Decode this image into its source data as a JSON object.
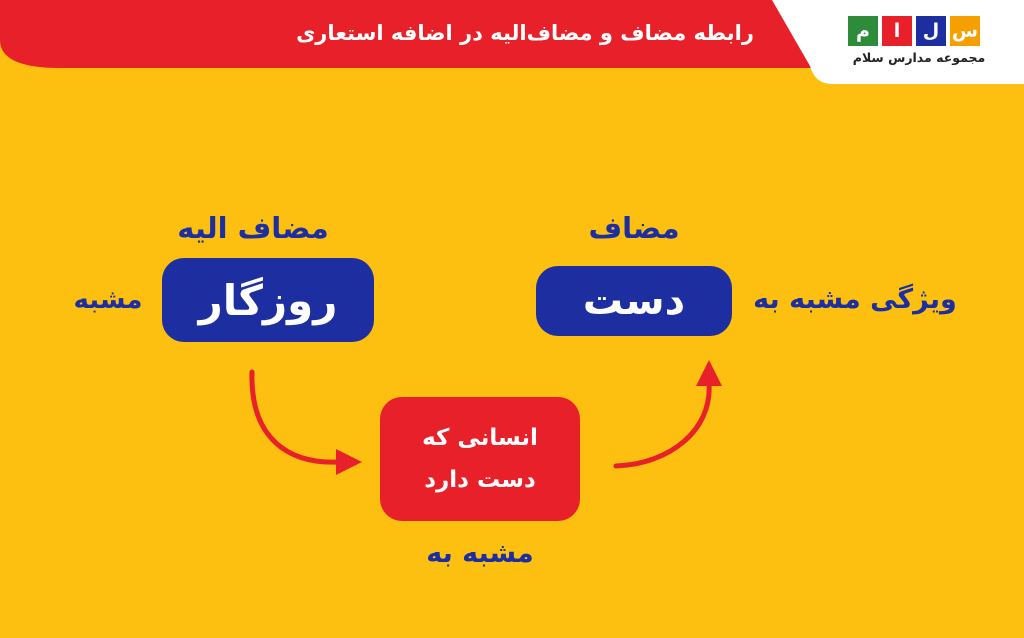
{
  "banner": {
    "title": "رابطه مضاف و مضاف‌الیه در اضافه استعاری",
    "bg_color": "#E8202A"
  },
  "logo": {
    "letters": [
      {
        "char": "س",
        "color": "#F5A000"
      },
      {
        "char": "ل",
        "color": "#1D2FA0"
      },
      {
        "char": "ا",
        "color": "#E8202A"
      },
      {
        "char": "م",
        "color": "#2E8B3A"
      }
    ],
    "caption": "مجموعه مدارس سلام"
  },
  "left_node": {
    "top_label": "مضاف الیه",
    "word": "روزگار",
    "side_label": "مشبه"
  },
  "right_node": {
    "top_label": "مضاف",
    "word": "دست",
    "side_label": "ویژگی مشبه به"
  },
  "center_node": {
    "line1": "انسانی که",
    "line2": "دست دارد",
    "bottom_label": "مشبه به"
  },
  "colors": {
    "background": "#FDC010",
    "navy": "#1D2FA0",
    "red": "#E8202A"
  }
}
